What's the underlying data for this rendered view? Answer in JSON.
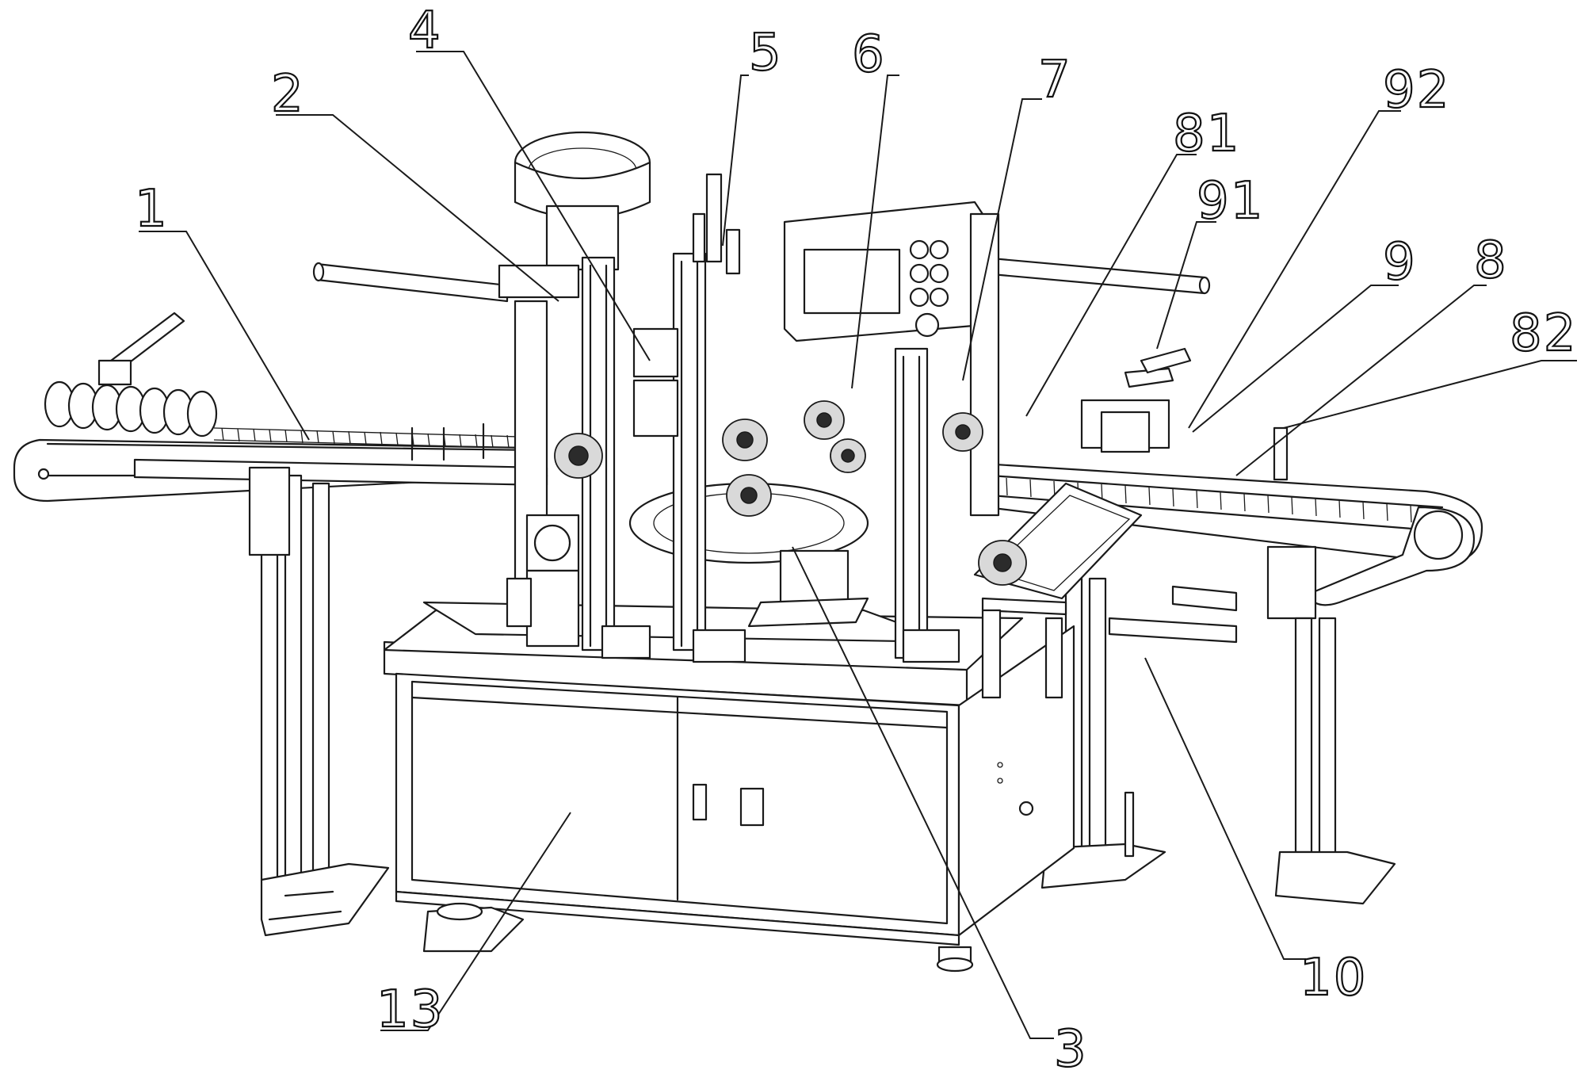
{
  "figure": {
    "callouts": [
      {
        "id": "1",
        "label": "1"
      },
      {
        "id": "2",
        "label": "2"
      },
      {
        "id": "3",
        "label": "3"
      },
      {
        "id": "4",
        "label": "4"
      },
      {
        "id": "5",
        "label": "5"
      },
      {
        "id": "6",
        "label": "6"
      },
      {
        "id": "7",
        "label": "7"
      },
      {
        "id": "8",
        "label": "8"
      },
      {
        "id": "9",
        "label": "9"
      },
      {
        "id": "10",
        "label": "10"
      },
      {
        "id": "13",
        "label": "13"
      },
      {
        "id": "81",
        "label": "81"
      },
      {
        "id": "82",
        "label": "82"
      },
      {
        "id": "91",
        "label": "91"
      },
      {
        "id": "92",
        "label": "92"
      }
    ]
  }
}
